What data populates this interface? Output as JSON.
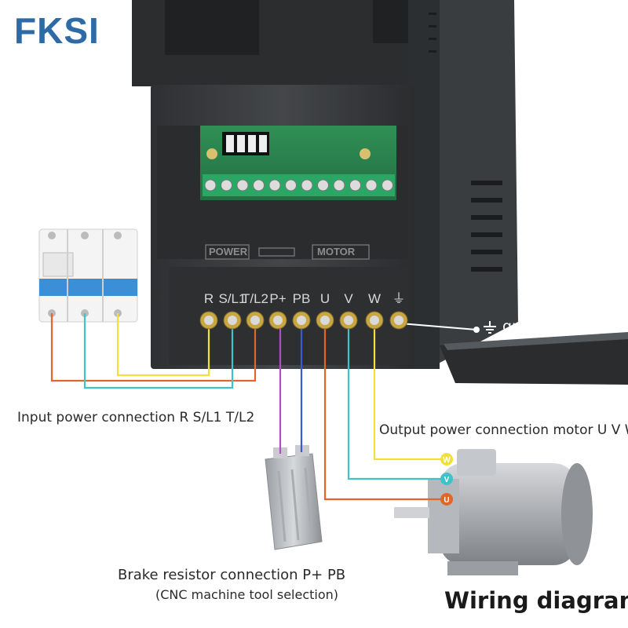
{
  "brand": "FKSI",
  "labels": {
    "input_power": "Input power connection R  S/L1 T/L2",
    "output_power": "Output power connection motor U V W",
    "ground_wire": "ground wire",
    "brake_resistor": "Brake resistor connection  P+  PB",
    "cnc_note": "(CNC machine tool selection)",
    "diagram_title": "Wiring diagram"
  },
  "inverter": {
    "panel_left": "POWER",
    "panel_right": "MOTOR",
    "terminals": [
      "R",
      "S/L1",
      "T/L2",
      "P+",
      "PB",
      "U",
      "V",
      "W",
      "⏚"
    ]
  },
  "motor_terminals": [
    "W",
    "V",
    "U"
  ],
  "wire_colors": {
    "orange": "#e0662a",
    "cyan": "#3fc3c8",
    "yellow": "#f2e03a",
    "magenta": "#b44bc9",
    "blue": "#3a5bd0",
    "white": "#ffffff"
  },
  "colors": {
    "brand": "#2d6aa6",
    "inverter_body": "#3a3c3e",
    "breaker_blue": "#3b8fd6"
  }
}
